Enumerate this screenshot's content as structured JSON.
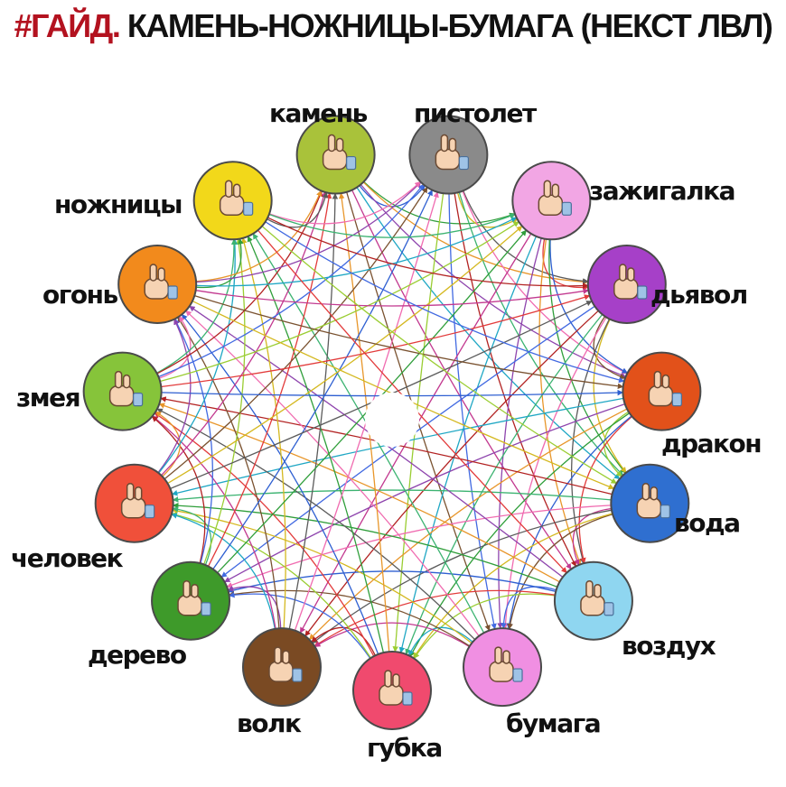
{
  "title": {
    "tag": "#ГАЙД.",
    "main": "КАМЕНЬ-НОЖНИЦЫ-БУМАГА (НЕКСТ ЛВЛ)"
  },
  "gestures": [
    {
      "label": "камень",
      "color": "#a9c23a",
      "icon": "fist-hand-icon"
    },
    {
      "label": "пистолет",
      "color": "#8a8a8a",
      "icon": "gun-hand-icon"
    },
    {
      "label": "зажигалка",
      "color": "#f2a6e4",
      "icon": "lighter-hand-icon"
    },
    {
      "label": "дьявол",
      "color": "#a640c8",
      "icon": "devil-horns-hand-icon"
    },
    {
      "label": "дракон",
      "color": "#e2511a",
      "icon": "dragon-hand-icon"
    },
    {
      "label": "вода",
      "color": "#2f6fd0",
      "icon": "water-hand-icon"
    },
    {
      "label": "воздух",
      "color": "#8fd6f0",
      "icon": "air-ok-hand-icon"
    },
    {
      "label": "бумага",
      "color": "#f08fe2",
      "icon": "paper-hand-icon"
    },
    {
      "label": "губка",
      "color": "#f04a6e",
      "icon": "sponge-hand-icon"
    },
    {
      "label": "волк",
      "color": "#7a4a23",
      "icon": "wolf-hand-icon"
    },
    {
      "label": "дерево",
      "color": "#3e9a2a",
      "icon": "tree-thumb-down-hand-icon"
    },
    {
      "label": "человек",
      "color": "#f0503a",
      "icon": "human-walking-fingers-icon"
    },
    {
      "label": "змея",
      "color": "#86c43a",
      "icon": "snake-hand-icon"
    },
    {
      "label": "огонь",
      "color": "#f28a1c",
      "icon": "fire-peace-hand-icon"
    },
    {
      "label": "ножницы",
      "color": "#f2d81a",
      "icon": "scissors-hand-icon"
    }
  ],
  "line_colors": [
    "#e23b3b",
    "#2e5fd1",
    "#2f9e3a",
    "#e8962a",
    "#8e44ad",
    "#1fa7c4",
    "#c2388f",
    "#7a5230",
    "#d4b81f",
    "#5b5b5b",
    "#f06bb0",
    "#3cb371",
    "#b22222",
    "#4169e1",
    "#9acd32"
  ],
  "center_color": "#ffffff"
}
